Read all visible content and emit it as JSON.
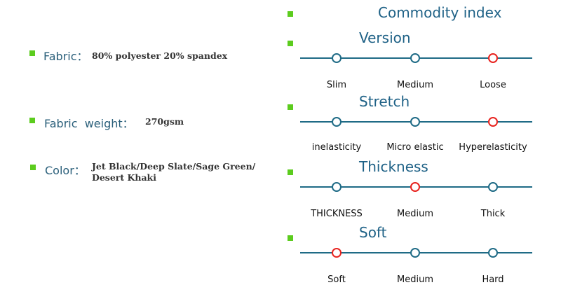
{
  "specs": [
    {
      "label": "Fabric：",
      "value": "80% polyester 20% spandex"
    },
    {
      "label": "Fabric  weight：",
      "value": "270gsm"
    },
    {
      "label": "Color：",
      "value": "Jet Black/Deep Slate/Sage Green/\nDesert Khaki"
    }
  ],
  "commodity_index": {
    "title": "Commodity index",
    "scales": [
      {
        "title": "Version",
        "options": [
          "Slim",
          "Medium",
          "Loose"
        ],
        "selected": 2
      },
      {
        "title": "Stretch",
        "options": [
          "inelasticity",
          "Micro elastic",
          "Hyperelasticity"
        ],
        "selected": 2
      },
      {
        "title": "Thickness",
        "options": [
          "THICKNESS",
          "Medium",
          "Thick"
        ],
        "selected": 1
      },
      {
        "title": "Soft",
        "options": [
          "Soft",
          "Medium",
          "Hard"
        ],
        "selected": 0
      }
    ]
  },
  "colors": {
    "accent": "#5ccc1e",
    "line": "#1f6b86",
    "selected": "#e8231f"
  }
}
